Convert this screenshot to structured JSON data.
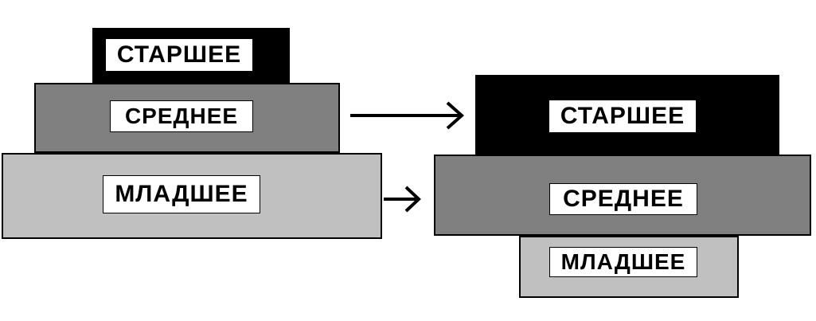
{
  "colors": {
    "senior": "#000000",
    "middle": "#808080",
    "junior": "#c0c0c0",
    "label_bg": "#ffffff"
  },
  "left": {
    "senior_label": "СТАРШЕЕ",
    "middle_label": "СРЕДНЕЕ",
    "junior_label": "МЛАДШЕЕ"
  },
  "right": {
    "senior_label": "СТАРШЕЕ",
    "middle_label": "СРЕДНЕЕ",
    "junior_label": "МЛАДШЕЕ"
  },
  "arrows": [
    "arrow-right-icon",
    "arrow-right-icon"
  ]
}
